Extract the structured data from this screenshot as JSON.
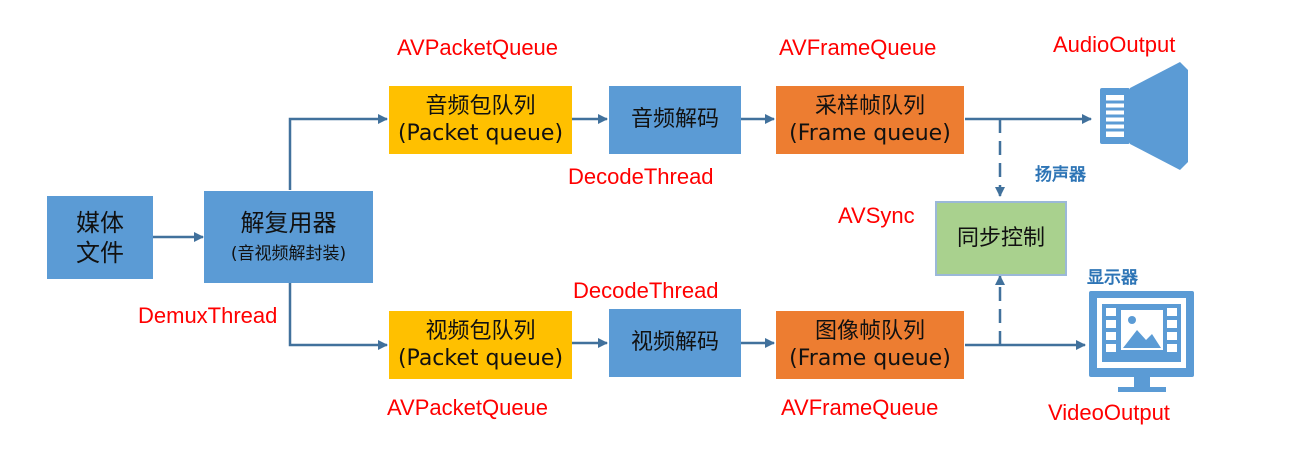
{
  "nodes": {
    "media_file": "媒体\n文件",
    "demuxer": {
      "title": "解复用器",
      "subtitle": "(音视频解封装)"
    },
    "audio_packet_queue": {
      "title": "音频包队列",
      "subtitle": "(Packet queue)"
    },
    "audio_decode": "音频解码",
    "audio_frame_queue": {
      "title": "采样帧队列",
      "subtitle": "(Frame queue)"
    },
    "video_packet_queue": {
      "title": "视频包队列",
      "subtitle": "(Packet queue)"
    },
    "video_decode": "视频解码",
    "video_frame_queue": {
      "title": "图像帧队列",
      "subtitle": "(Frame queue)"
    },
    "sync_control": "同步控制"
  },
  "annotations": {
    "demux_thread": "DemuxThread",
    "audio_packet_queue": "AVPacketQueue",
    "audio_decode_thread": "DecodeThread",
    "audio_frame_queue": "AVFrameQueue",
    "audio_output": "AudioOutput",
    "av_sync": "AVSync",
    "video_packet_queue": "AVPacketQueue",
    "video_decode_thread": "DecodeThread",
    "video_frame_queue": "AVFrameQueue",
    "video_output": "VideoOutput"
  },
  "devices": {
    "speaker": {
      "label": "扬声器",
      "icon": "speaker-icon"
    },
    "display": {
      "label": "显示器",
      "icon": "monitor-icon"
    }
  },
  "colors": {
    "blue_box": "#5b9bd5",
    "yellow_box": "#ffc000",
    "orange_box": "#ed7d31",
    "green_box": "#a9d18e",
    "arrow": "#41719c",
    "annotation": "#ff0000",
    "device_label": "#2e75b6"
  }
}
